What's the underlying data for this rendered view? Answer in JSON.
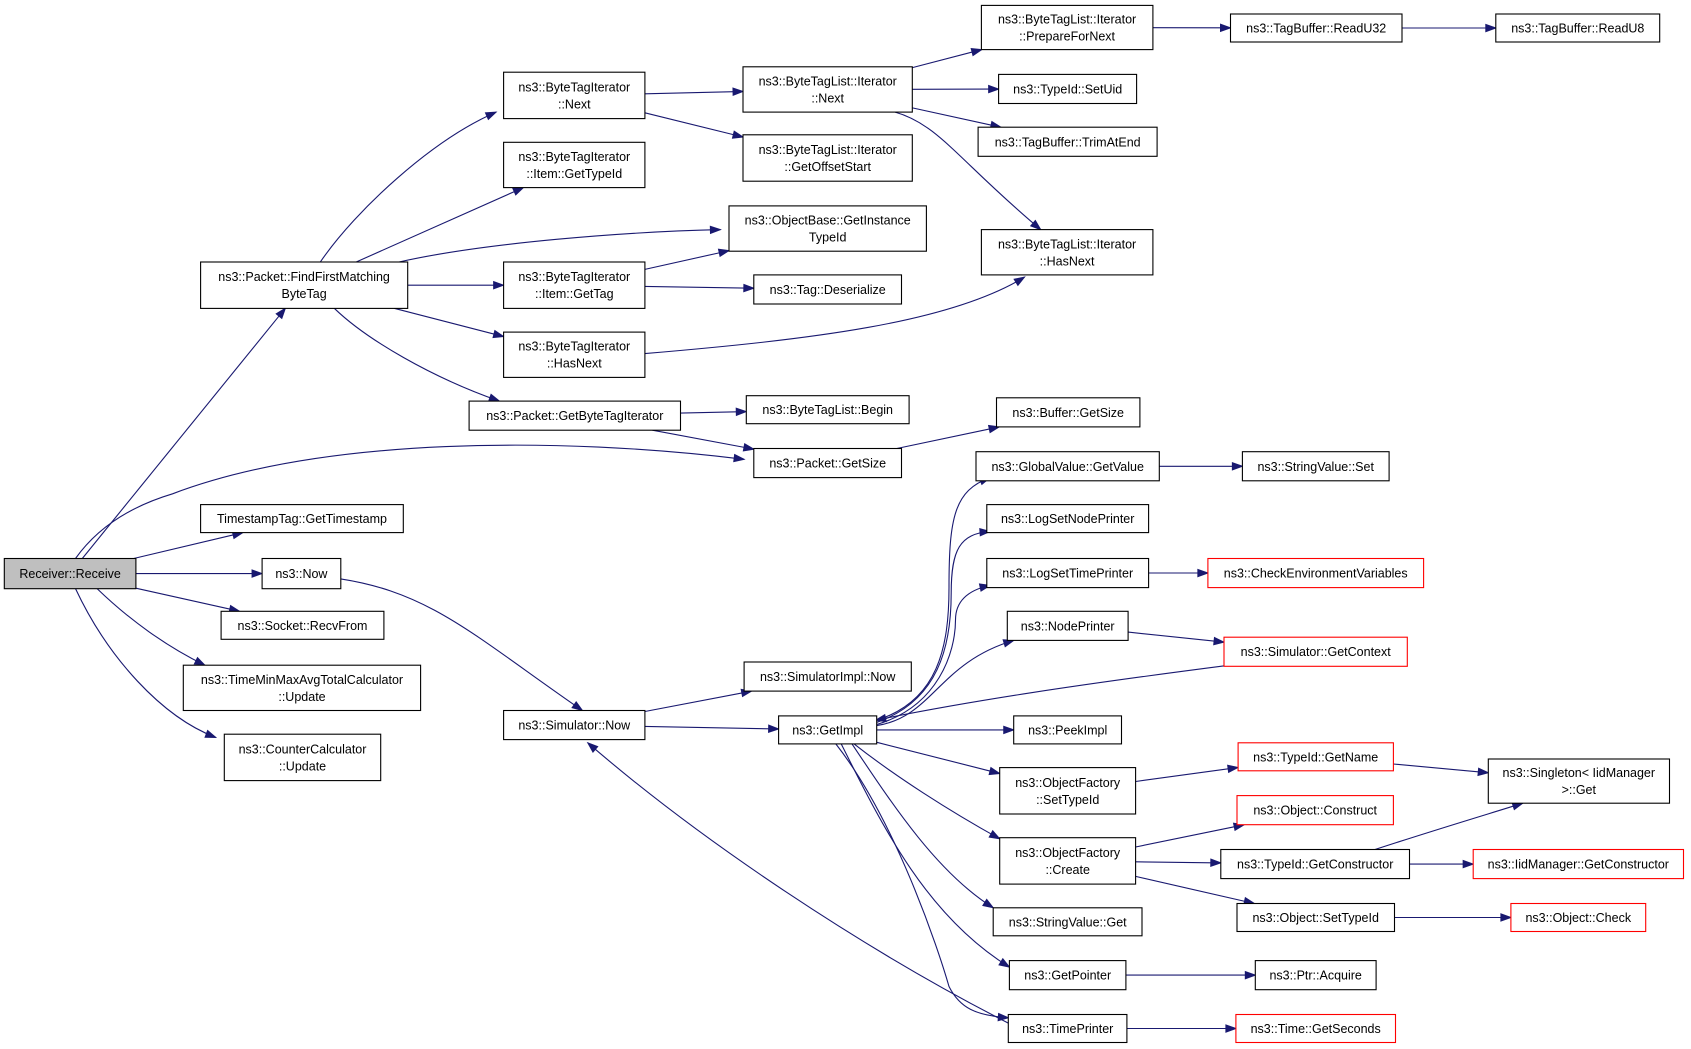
{
  "colors": {
    "edge": "#191970",
    "root_fill": "#bfbfbf",
    "truncated_border": "#ff0000",
    "node_border": "#000000"
  },
  "nodes": [
    {
      "id": "receiver_receive",
      "lines": [
        "Receiver::Receive"
      ],
      "root": true
    },
    {
      "id": "find_first",
      "lines": [
        "ns3::Packet::FindFirstMatching",
        "ByteTag"
      ]
    },
    {
      "id": "timestamp",
      "lines": [
        "TimestampTag::GetTimestamp"
      ]
    },
    {
      "id": "ns3_now",
      "lines": [
        "ns3::Now"
      ]
    },
    {
      "id": "recvfrom",
      "lines": [
        "ns3::Socket::RecvFrom"
      ]
    },
    {
      "id": "timeminmax",
      "lines": [
        "ns3::TimeMinMaxAvgTotalCalculator",
        "::Update"
      ]
    },
    {
      "id": "counter",
      "lines": [
        "ns3::CounterCalculator",
        "::Update"
      ]
    },
    {
      "id": "bti_next",
      "lines": [
        "ns3::ByteTagIterator",
        "::Next"
      ]
    },
    {
      "id": "bti_item_typeid",
      "lines": [
        "ns3::ByteTagIterator",
        "::Item::GetTypeId"
      ]
    },
    {
      "id": "bti_item_gettag",
      "lines": [
        "ns3::ByteTagIterator",
        "::Item::GetTag"
      ]
    },
    {
      "id": "bti_hasnext",
      "lines": [
        "ns3::ByteTagIterator",
        "::HasNext"
      ]
    },
    {
      "id": "packet_getbti",
      "lines": [
        "ns3::Packet::GetByteTagIterator"
      ]
    },
    {
      "id": "packet_getsize",
      "lines": [
        "ns3::Packet::GetSize"
      ]
    },
    {
      "id": "sim_now",
      "lines": [
        "ns3::Simulator::Now"
      ]
    },
    {
      "id": "btl_it_next",
      "lines": [
        "ns3::ByteTagList::Iterator",
        "::Next"
      ]
    },
    {
      "id": "btl_it_offset",
      "lines": [
        "ns3::ByteTagList::Iterator",
        "::GetOffsetStart"
      ]
    },
    {
      "id": "objbase_typeid",
      "lines": [
        "ns3::ObjectBase::GetInstance",
        "TypeId"
      ]
    },
    {
      "id": "tag_deser",
      "lines": [
        "ns3::Tag::Deserialize"
      ]
    },
    {
      "id": "btl_begin",
      "lines": [
        "ns3::ByteTagList::Begin"
      ]
    },
    {
      "id": "simimpl_now",
      "lines": [
        "ns3::SimulatorImpl::Now"
      ]
    },
    {
      "id": "getimpl",
      "lines": [
        "ns3::GetImpl"
      ]
    },
    {
      "id": "btl_it_prepare",
      "lines": [
        "ns3::ByteTagList::Iterator",
        "::PrepareForNext"
      ]
    },
    {
      "id": "typeid_setuid",
      "lines": [
        "ns3::TypeId::SetUid"
      ]
    },
    {
      "id": "tagbuf_trim",
      "lines": [
        "ns3::TagBuffer::TrimAtEnd"
      ]
    },
    {
      "id": "btl_it_hasnext",
      "lines": [
        "ns3::ByteTagList::Iterator",
        "::HasNext"
      ]
    },
    {
      "id": "buffer_getsize",
      "lines": [
        "ns3::Buffer::GetSize"
      ]
    },
    {
      "id": "gv_getvalue",
      "lines": [
        "ns3::GlobalValue::GetValue"
      ]
    },
    {
      "id": "logsetnode",
      "lines": [
        "ns3::LogSetNodePrinter"
      ]
    },
    {
      "id": "logsettime",
      "lines": [
        "ns3::LogSetTimePrinter"
      ]
    },
    {
      "id": "nodeprinter",
      "lines": [
        "ns3::NodePrinter"
      ]
    },
    {
      "id": "peekimpl",
      "lines": [
        "ns3::PeekImpl"
      ]
    },
    {
      "id": "of_settypeid",
      "lines": [
        "ns3::ObjectFactory",
        "::SetTypeId"
      ]
    },
    {
      "id": "of_create",
      "lines": [
        "ns3::ObjectFactory",
        "::Create"
      ]
    },
    {
      "id": "stringvalue_get",
      "lines": [
        "ns3::StringValue::Get"
      ]
    },
    {
      "id": "getpointer",
      "lines": [
        "ns3::GetPointer"
      ]
    },
    {
      "id": "timeprinter",
      "lines": [
        "ns3::TimePrinter"
      ]
    },
    {
      "id": "tagbuf_readu32",
      "lines": [
        "ns3::TagBuffer::ReadU32"
      ]
    },
    {
      "id": "tagbuf_readu8",
      "lines": [
        "ns3::TagBuffer::ReadU8"
      ]
    },
    {
      "id": "stringvalue_set",
      "lines": [
        "ns3::StringValue::Set"
      ]
    },
    {
      "id": "checkenv",
      "lines": [
        "ns3::CheckEnvironmentVariables"
      ],
      "truncated": true
    },
    {
      "id": "sim_getcontext",
      "lines": [
        "ns3::Simulator::GetContext"
      ],
      "truncated": true
    },
    {
      "id": "typeid_getname",
      "lines": [
        "ns3::TypeId::GetName"
      ],
      "truncated": true
    },
    {
      "id": "obj_construct",
      "lines": [
        "ns3::Object::Construct"
      ],
      "truncated": true
    },
    {
      "id": "typeid_getctor",
      "lines": [
        "ns3::TypeId::GetConstructor"
      ]
    },
    {
      "id": "obj_settypeid",
      "lines": [
        "ns3::Object::SetTypeId"
      ]
    },
    {
      "id": "ptr_acquire",
      "lines": [
        "ns3::Ptr::Acquire"
      ]
    },
    {
      "id": "time_getseconds",
      "lines": [
        "ns3::Time::GetSeconds"
      ],
      "truncated": true
    },
    {
      "id": "singleton_get",
      "lines": [
        "ns3::Singleton< IidManager",
        ">::Get"
      ]
    },
    {
      "id": "iid_getctor",
      "lines": [
        "ns3::IidManager::GetConstructor"
      ],
      "truncated": true
    },
    {
      "id": "obj_check",
      "lines": [
        "ns3::Object::Check"
      ],
      "truncated": true
    }
  ],
  "edges": [
    [
      "receiver_receive",
      "find_first"
    ],
    [
      "receiver_receive",
      "packet_getsize"
    ],
    [
      "receiver_receive",
      "timestamp"
    ],
    [
      "receiver_receive",
      "ns3_now"
    ],
    [
      "receiver_receive",
      "recvfrom"
    ],
    [
      "receiver_receive",
      "timeminmax"
    ],
    [
      "receiver_receive",
      "counter"
    ],
    [
      "find_first",
      "bti_next"
    ],
    [
      "find_first",
      "bti_item_typeid"
    ],
    [
      "find_first",
      "objbase_typeid"
    ],
    [
      "find_first",
      "bti_item_gettag"
    ],
    [
      "find_first",
      "bti_hasnext"
    ],
    [
      "find_first",
      "packet_getbti"
    ],
    [
      "bti_next",
      "btl_it_next"
    ],
    [
      "bti_next",
      "btl_it_offset"
    ],
    [
      "bti_item_gettag",
      "objbase_typeid"
    ],
    [
      "bti_item_gettag",
      "tag_deser"
    ],
    [
      "bti_hasnext",
      "btl_it_hasnext"
    ],
    [
      "packet_getbti",
      "btl_begin"
    ],
    [
      "packet_getbti",
      "packet_getsize"
    ],
    [
      "packet_getsize",
      "buffer_getsize"
    ],
    [
      "btl_it_next",
      "btl_it_prepare"
    ],
    [
      "btl_it_next",
      "typeid_setuid"
    ],
    [
      "btl_it_next",
      "tagbuf_trim"
    ],
    [
      "btl_it_next",
      "btl_it_hasnext"
    ],
    [
      "btl_it_prepare",
      "tagbuf_readu32"
    ],
    [
      "tagbuf_readu32",
      "tagbuf_readu8"
    ],
    [
      "ns3_now",
      "sim_now"
    ],
    [
      "sim_now",
      "simimpl_now"
    ],
    [
      "sim_now",
      "getimpl"
    ],
    [
      "getimpl",
      "gv_getvalue"
    ],
    [
      "getimpl",
      "logsetnode"
    ],
    [
      "getimpl",
      "logsettime"
    ],
    [
      "getimpl",
      "nodeprinter"
    ],
    [
      "getimpl",
      "peekimpl"
    ],
    [
      "getimpl",
      "of_settypeid"
    ],
    [
      "getimpl",
      "of_create"
    ],
    [
      "getimpl",
      "stringvalue_get"
    ],
    [
      "getimpl",
      "getpointer"
    ],
    [
      "getimpl",
      "timeprinter"
    ],
    [
      "gv_getvalue",
      "stringvalue_set"
    ],
    [
      "logsettime",
      "checkenv"
    ],
    [
      "nodeprinter",
      "sim_getcontext"
    ],
    [
      "sim_getcontext",
      "getimpl"
    ],
    [
      "timeprinter",
      "sim_now"
    ],
    [
      "timeprinter",
      "time_getseconds"
    ],
    [
      "of_settypeid",
      "typeid_getname"
    ],
    [
      "typeid_getname",
      "singleton_get"
    ],
    [
      "of_create",
      "obj_construct"
    ],
    [
      "of_create",
      "typeid_getctor"
    ],
    [
      "of_create",
      "obj_settypeid"
    ],
    [
      "typeid_getctor",
      "singleton_get"
    ],
    [
      "typeid_getctor",
      "iid_getctor"
    ],
    [
      "obj_settypeid",
      "obj_check"
    ],
    [
      "getpointer",
      "ptr_acquire"
    ]
  ]
}
